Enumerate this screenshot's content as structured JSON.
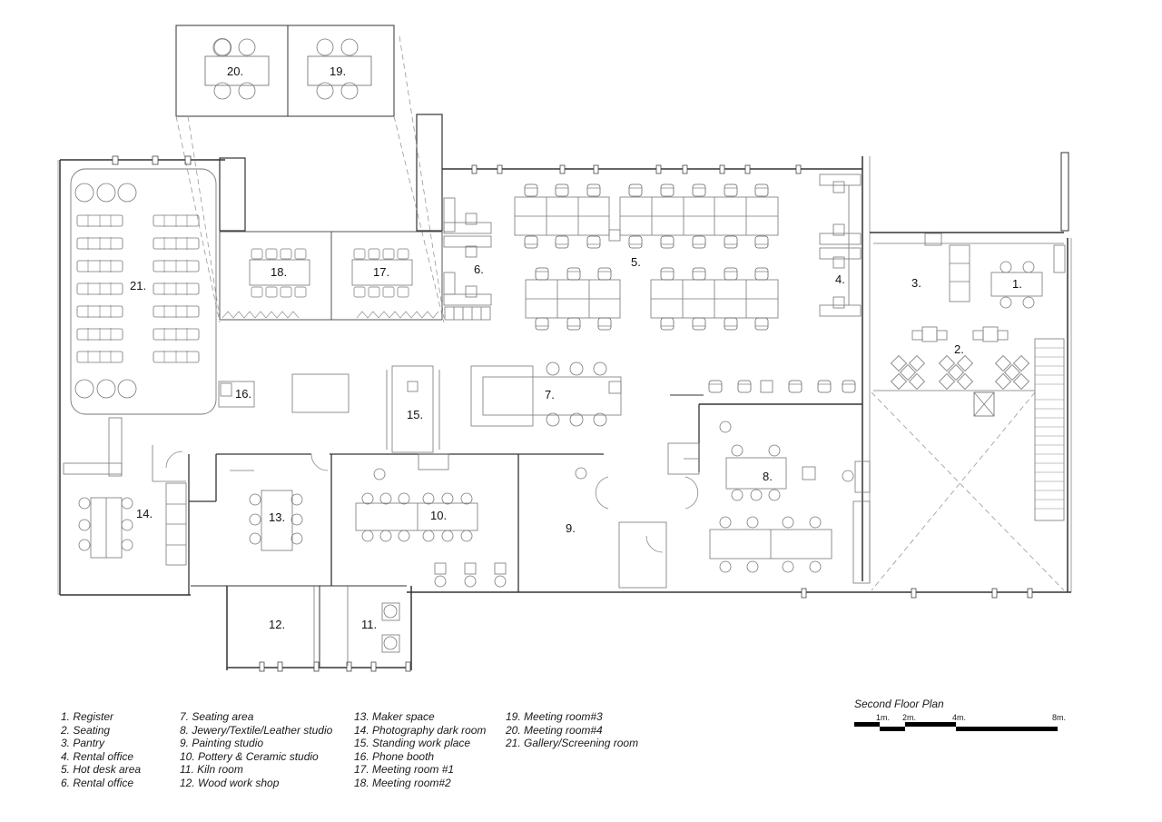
{
  "title": "Second Floor Plan",
  "rooms": [
    {
      "num": "1.",
      "name": "Register"
    },
    {
      "num": "2.",
      "name": "Seating"
    },
    {
      "num": "3.",
      "name": "Pantry"
    },
    {
      "num": "4.",
      "name": "Rental office"
    },
    {
      "num": "5.",
      "name": "Hot desk area"
    },
    {
      "num": "6.",
      "name": "Rental office"
    },
    {
      "num": "7.",
      "name": "Seating area"
    },
    {
      "num": "8.",
      "name": "Jewery/Textile/Leather studio"
    },
    {
      "num": "9.",
      "name": "Painting studio"
    },
    {
      "num": "10.",
      "name": "Pottery & Ceramic studio"
    },
    {
      "num": "11.",
      "name": "Kiln room"
    },
    {
      "num": "12.",
      "name": "Wood work shop"
    },
    {
      "num": "13.",
      "name": "Maker space"
    },
    {
      "num": "14.",
      "name": "Photography dark room"
    },
    {
      "num": "15.",
      "name": "Standing work place"
    },
    {
      "num": "16.",
      "name": "Phone booth"
    },
    {
      "num": "17.",
      "name": "Meeting room #1"
    },
    {
      "num": "18.",
      "name": "Meeting room#2"
    },
    {
      "num": "19.",
      "name": "Meeting room#3"
    },
    {
      "num": "20.",
      "name": "Meeting room#4"
    },
    {
      "num": "21.",
      "name": "Gallery/Screening room"
    }
  ],
  "legend": {
    "col1": [
      "1. Register",
      "2. Seating",
      "3. Pantry",
      "4. Rental office",
      "5. Hot desk area",
      "6. Rental office"
    ],
    "col2": [
      "7. Seating area",
      "8. Jewery/Textile/Leather studio",
      "9. Painting studio",
      "10. Pottery & Ceramic studio",
      "11. Kiln room",
      "12. Wood work shop"
    ],
    "col3": [
      "13. Maker space",
      "14. Photography dark room",
      "15. Standing work place",
      "16. Phone booth",
      "17. Meeting room #1",
      "18. Meeting room#2"
    ],
    "col4": [
      "19. Meeting room#3",
      "20. Meeting room#4",
      "21. Gallery/Screening room"
    ]
  },
  "scale_bar": {
    "ticks": [
      "1m.",
      "2m.",
      "4m.",
      "8m."
    ]
  },
  "colors": {
    "line": "#555555",
    "wall": "#333333",
    "dashed": "#999999",
    "text": "#111111"
  }
}
